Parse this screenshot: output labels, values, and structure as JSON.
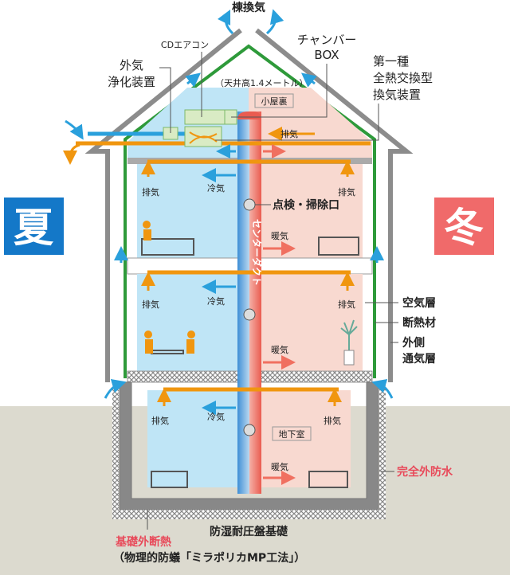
{
  "title": "棟換気",
  "labels": {
    "cd_aircon": "CDエアコン",
    "chamber_1": "チャンバー",
    "chamber_2": "BOX",
    "outside_1": "外気",
    "outside_2": "浄化装置",
    "vent_1": "第一種",
    "vent_2": "全熱交換型",
    "vent_3": "換気装置",
    "ceiling": "（天井高1.4メートル）",
    "attic": "小屋裏",
    "exhaust": "排気",
    "cool": "冷気",
    "warm": "暖気",
    "inspection": "点検・掃除口",
    "center_duct": "センターダクト",
    "basement": "地下室",
    "air_layer": "空気層",
    "insulation": "断熱材",
    "outer_1": "外側",
    "outer_2": "通気層",
    "waterproof": "完全外防水",
    "foundation": "防湿耐圧盤基礎",
    "foundation_insulation": "基礎外断熱",
    "termite": "（物理的防蟻「ミラポリカMP工法」）"
  },
  "seasons": {
    "summer": "夏",
    "winter": "冬"
  },
  "colors": {
    "summer": "#1478c8",
    "winter": "#f06a6a",
    "cool_room": "#bfe5f6",
    "warm_room": "#f8d9d0",
    "green": "#2e9a3a",
    "orange": "#f0960f",
    "blue": "#2aa0dc",
    "red": "#e84a4a",
    "ground": "#dcdacf"
  }
}
